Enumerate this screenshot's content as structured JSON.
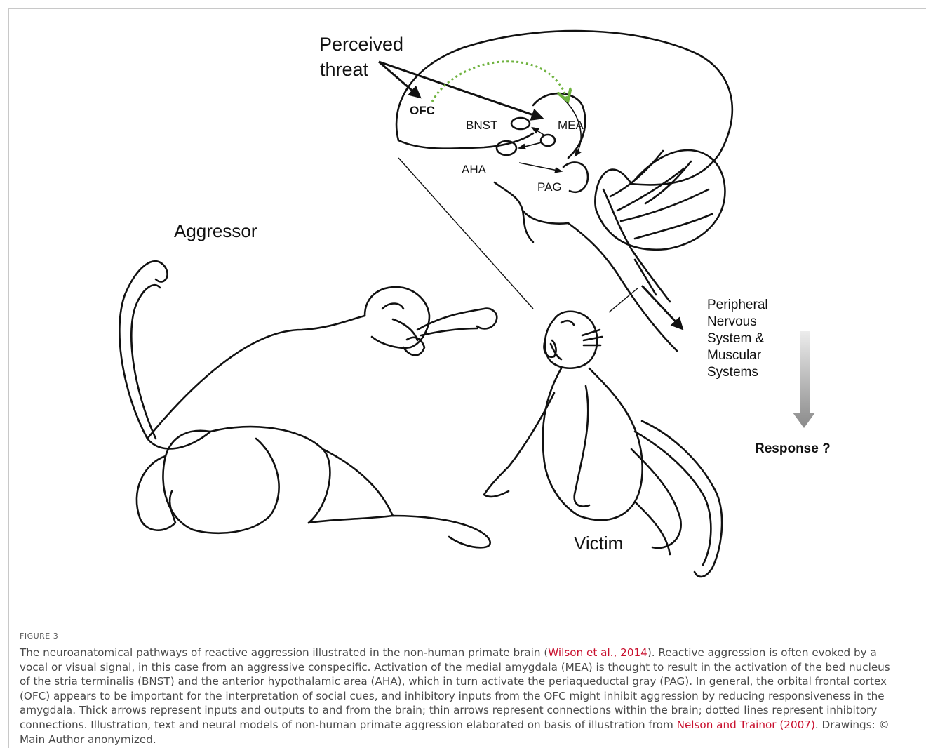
{
  "figure": {
    "labels": {
      "perceived_threat_1": "Perceived",
      "perceived_threat_2": "threat",
      "ofc": "OFC",
      "bnst": "BNST",
      "mea": "MEA",
      "aha": "AHA",
      "pag": "PAG",
      "aggressor": "Aggressor",
      "victim": "Victim",
      "peripheral_1": "Peripheral",
      "peripheral_2": "Nervous",
      "peripheral_3": "System &",
      "peripheral_4": "Muscular",
      "peripheral_5": "Systems",
      "response": "Response ?"
    },
    "colors": {
      "line": "#111111",
      "inhibitory": "#6fb33f",
      "arrow_gradient_top": "#e6e6e6",
      "arrow_gradient_bottom": "#8a8a8a"
    }
  },
  "caption": {
    "figure_label": "FIGURE 3",
    "part1": "The neuroanatomical pathways of reactive aggression illustrated in the non-human primate brain (",
    "ref1": "Wilson et al., 2014",
    "part2": "). Reactive aggression is often evoked by a vocal or visual signal, in this case from an aggressive conspecific. Activation of the medial amygdala (MEA) is thought to result in the activation of the bed nucleus of the stria terminalis (BNST) and the anterior hypothalamic area (AHA), which in turn activate the periaqueductal gray (PAG). In general, the orbital frontal cortex (OFC) appears to be important for the interpretation of social cues, and inhibitory inputs from the OFC might inhibit aggression by reducing responsiveness in the amygdala. Thick arrows represent inputs and outputs to and from the brain; thin arrows represent connections within the brain; dotted lines represent inhibitory connections. Illustration, text and neural models of non-human primate aggression elaborated on basis of illustration from ",
    "ref2": "Nelson and Trainor (2007)",
    "part3": ". Drawings: © Main Author anonymized."
  }
}
